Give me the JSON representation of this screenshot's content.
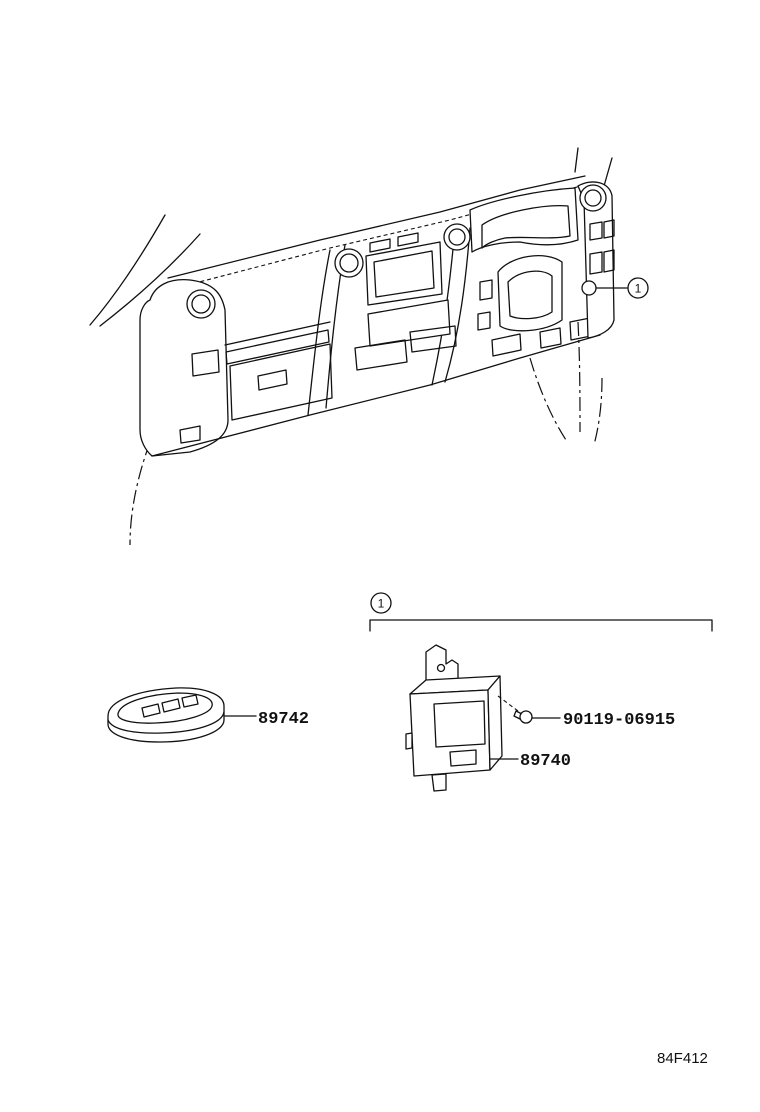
{
  "callouts": {
    "dash_ref": "1",
    "group_ref": "1"
  },
  "parts": {
    "fob": "89742",
    "screw": "90119-06915",
    "module": "89740"
  },
  "figure_code": "84F412"
}
